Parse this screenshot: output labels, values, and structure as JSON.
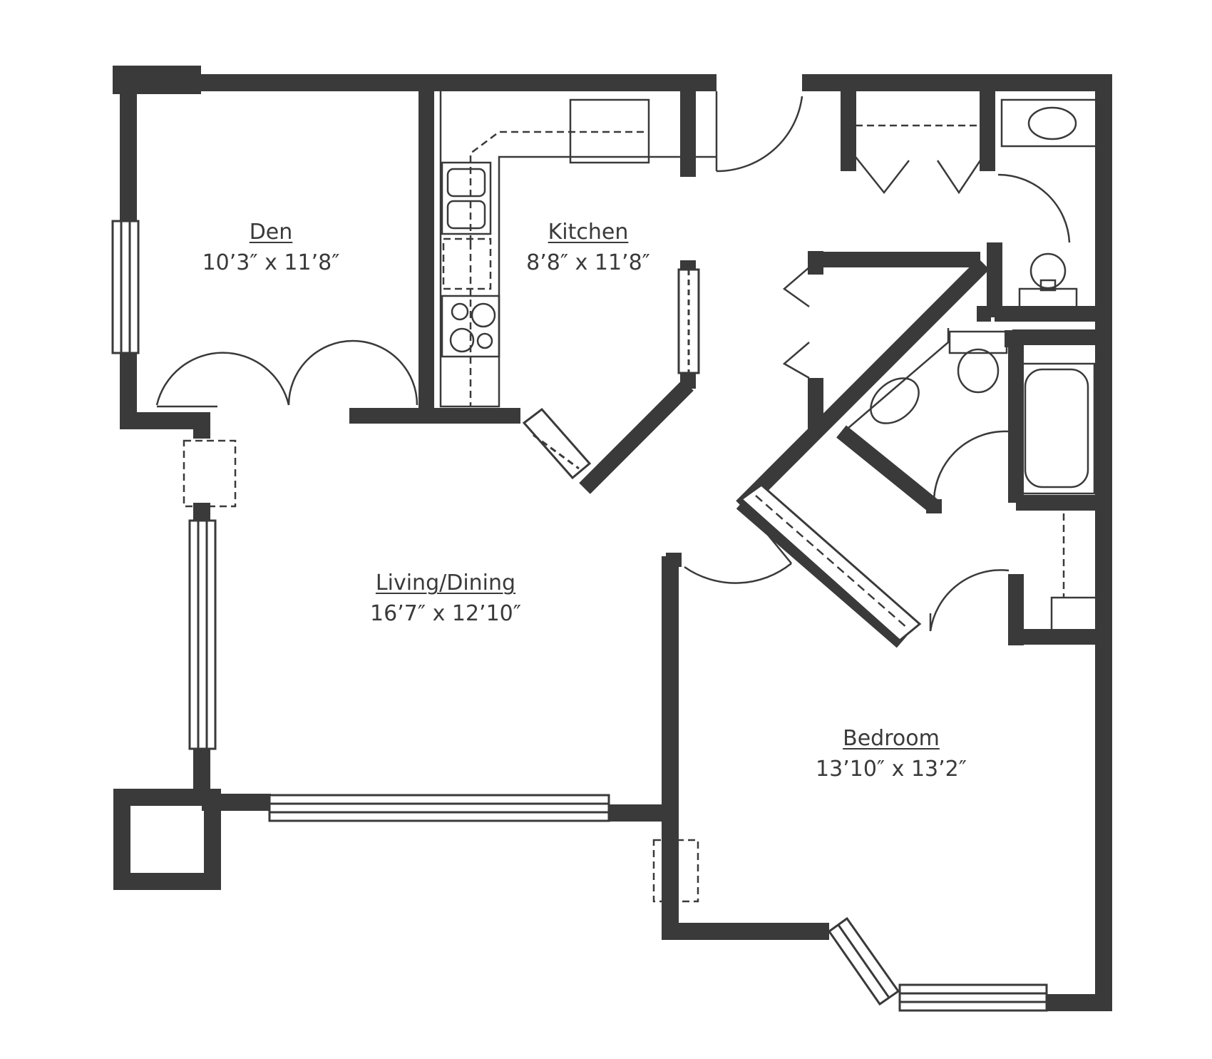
{
  "colors": {
    "wall": "#3a3a3a",
    "line": "#3a3a3a",
    "background": "#ffffff"
  },
  "rooms": [
    {
      "name": "Den",
      "dimensions": "10’3″ x 11’8″"
    },
    {
      "name": "Kitchen",
      "dimensions": "8’8″ x 11’8″"
    },
    {
      "name": "Living/Dining",
      "dimensions": "16’7″ x 12’10″"
    },
    {
      "name": "Bedroom",
      "dimensions": "13’10″ x 13’2″"
    }
  ]
}
